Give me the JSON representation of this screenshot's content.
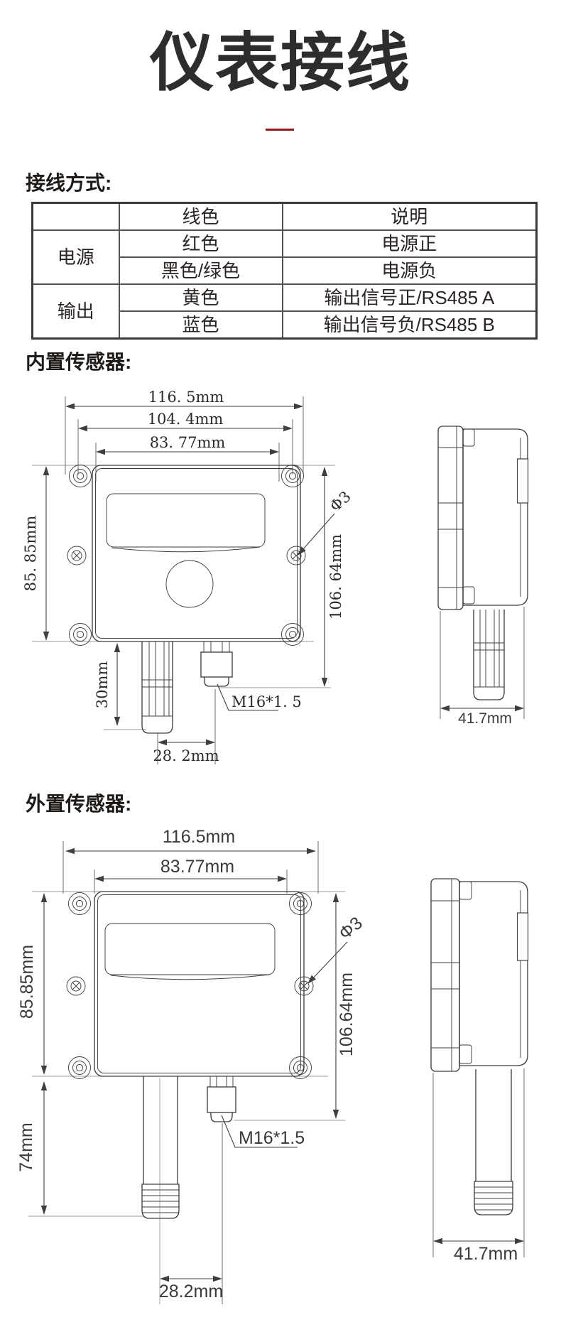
{
  "page": {
    "title": "仪表接线"
  },
  "sections": {
    "wiring_heading": "接线方式:",
    "builtin_heading": "内置传感器:",
    "external_heading": "外置传感器:"
  },
  "table": {
    "headers": [
      "",
      "线色",
      "说明"
    ],
    "groups": [
      {
        "label": "电源",
        "rows": [
          {
            "color": "红色",
            "desc": "电源正"
          },
          {
            "color": "黑色/绿色",
            "desc": "电源负"
          }
        ]
      },
      {
        "label": "输出",
        "rows": [
          {
            "color": "黄色",
            "desc": "输出信号正/RS485 A"
          },
          {
            "color": "蓝色",
            "desc": "输出信号负/RS485 B"
          }
        ]
      }
    ]
  },
  "builtin": {
    "dims": {
      "w1": "116. 5mm",
      "w2": "104. 4mm",
      "w3": "83. 77mm",
      "h_left": "85. 85mm",
      "h_right": "106. 64mm",
      "hole": "Φ3",
      "probe": "30mm",
      "gland": "M16*1. 5",
      "offset": "28. 2mm",
      "depth": "41.7mm"
    }
  },
  "external": {
    "dims": {
      "w1": "116.5mm",
      "w3": "83.77mm",
      "h_left": "85.85mm",
      "h_right": "106.64mm",
      "hole": "Φ3",
      "probe": "74mm",
      "gland": "M16*1.5",
      "offset": "28.2mm",
      "depth": "41.7mm"
    }
  },
  "colors": {
    "accent_red": "#8f1b22",
    "line": "#3f3f3f",
    "text": "#262220"
  }
}
